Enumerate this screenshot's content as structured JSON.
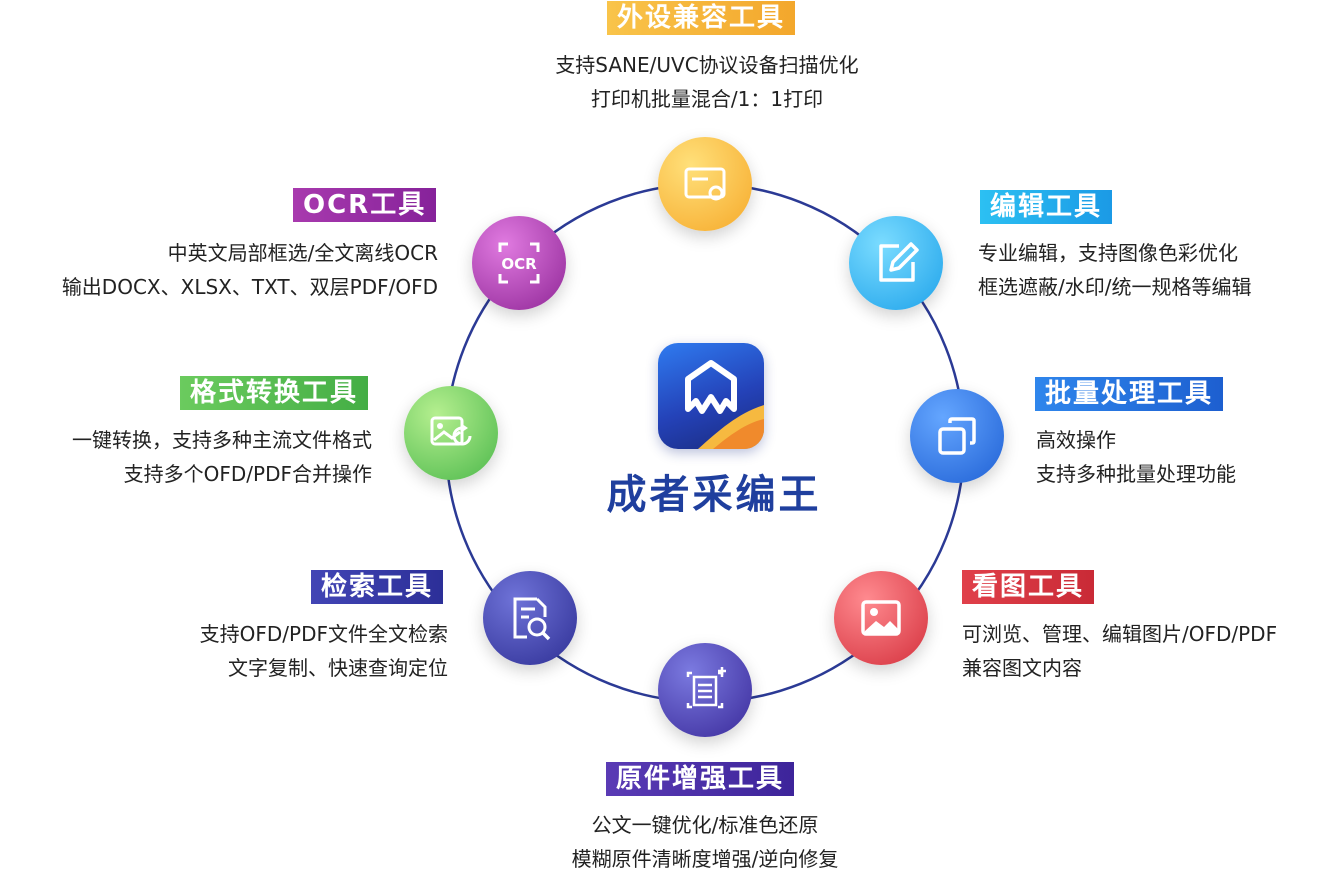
{
  "center": {
    "title": "成者采编王"
  },
  "tools": {
    "peripheral": {
      "title": "外设兼容工具",
      "lines": [
        "支持SANE/UVC协议设备扫描优化",
        "打印机批量混合/1：1打印"
      ],
      "color": "#f7b733",
      "icon": "scanner-gear-icon"
    },
    "edit": {
      "title": "编辑工具",
      "lines": [
        "专业编辑，支持图像色彩优化",
        "框选遮蔽/水印/统一规格等编辑"
      ],
      "color": "#24b5f0",
      "icon": "edit-pen-icon"
    },
    "batch": {
      "title": "批量处理工具",
      "lines": [
        "高效操作",
        "支持多种批量处理功能"
      ],
      "color": "#2a7be6",
      "icon": "stack-copy-icon"
    },
    "viewer": {
      "title": "看图工具",
      "lines": [
        "可浏览、管理、编辑图片/OFD/PDF",
        "兼容图文内容"
      ],
      "color": "#d9343f",
      "icon": "image-picture-icon"
    },
    "enhance": {
      "title": "原件增强工具",
      "lines": [
        "公文一键优化/标准色还原",
        "模糊原件清晰度增强/逆向修复"
      ],
      "color": "#4a2fa6",
      "icon": "document-enhance-icon"
    },
    "search": {
      "title": "检索工具",
      "lines": [
        "支持OFD/PDF文件全文检索",
        "文字复制、快速查询定位"
      ],
      "color": "#3a3aa8",
      "icon": "document-search-icon"
    },
    "convert": {
      "title": "格式转换工具",
      "lines": [
        "一键转换，支持多种主流文件格式",
        "支持多个OFD/PDF合并操作"
      ],
      "color": "#58c257",
      "icon": "image-convert-icon"
    },
    "ocr": {
      "title": "OCR工具",
      "lines": [
        "中英文局部框选/全文离线OCR",
        "输出DOCX、XLSX、TXT、双层PDF/OFD"
      ],
      "color": "#a02fa6",
      "icon": "ocr-icon",
      "icon_text": "OCR"
    }
  }
}
